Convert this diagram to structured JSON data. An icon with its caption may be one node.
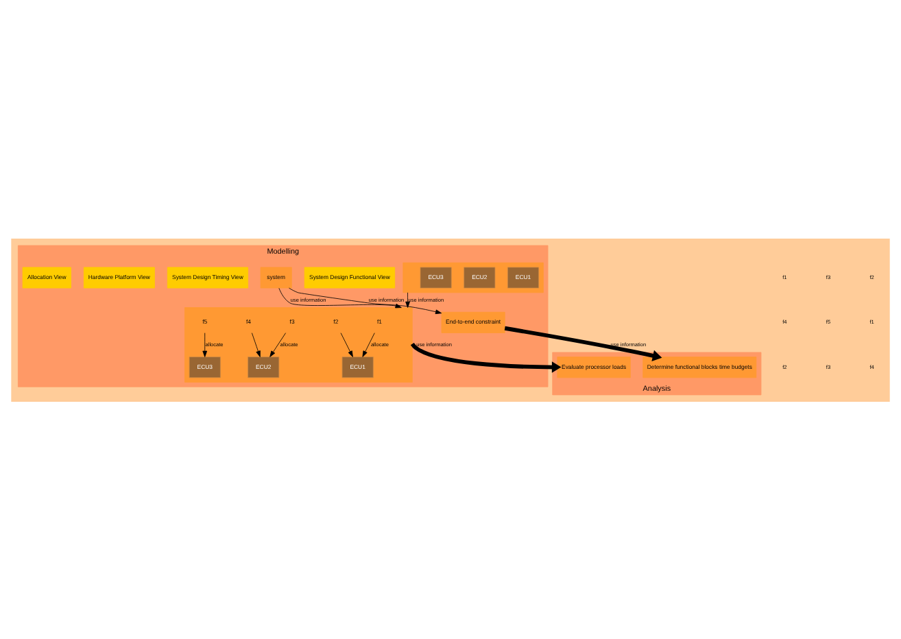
{
  "diagram": {
    "nodes": [
      {
        "text": [
          "Modelling"
        ]
      },
      {
        "text": [
          "Analysis"
        ]
      },
      {
        "text": [
          "System Design Functional View"
        ],
        "in": 0
      },
      {
        "text": [
          "system"
        ],
        "in": 0
      },
      {
        "text": [
          "End-to-end constraint"
        ],
        "in": 0
      },
      {
        "text": [
          "System Design Timing View"
        ],
        "in": 0
      },
      {
        "text": [],
        "shape": "box",
        "in": 0
      },
      {
        "text": [
          "ECU1"
        ],
        "in": 6
      },
      {
        "text": [
          "ECU2"
        ],
        "in": 6
      },
      {
        "text": [
          "ECU3"
        ],
        "in": 6
      },
      {
        "text": [
          "Hardware Platform View"
        ],
        "in": 0
      },
      {
        "text": [],
        "shape": "box",
        "in": 0
      },
      {
        "text": [
          "f1"
        ],
        "in": 11
      },
      {
        "text": [
          "f2"
        ],
        "in": 11
      },
      {
        "text": [
          "f3"
        ],
        "in": 11
      },
      {
        "text": [
          "f4"
        ],
        "in": 11
      },
      {
        "text": [
          "f5"
        ],
        "in": 11
      },
      {
        "text": [
          "ECU1"
        ],
        "in": 11
      },
      {
        "text": [
          "ECU2"
        ],
        "in": 11
      },
      {
        "text": [
          "ECU3"
        ],
        "in": 11
      },
      {
        "text": [
          "Allocation View"
        ],
        "in": 0
      },
      {
        "text": [
          "Determine functional blocks time budgets"
        ],
        "in": 1
      },
      {
        "text": [
          "Evaluate processor loads"
        ],
        "in": 1
      }
    ],
    "edges": [
      {
        "from": 3,
        "to": 4,
        "arrow": "to",
        "label": "use information"
      },
      {
        "from": 4,
        "to": 21,
        "arrow": "to",
        "label": "use information",
        "style": "thick"
      },
      {
        "from": 3,
        "to": 11,
        "arrow": "to",
        "label": "use information"
      },
      {
        "from": 6,
        "to": 11,
        "arrow": "to",
        "label": "use information"
      },
      {
        "from": 11,
        "to": 22,
        "arrow": "to",
        "label": "use information",
        "style": "thick"
      },
      {
        "from": 12,
        "to": 17,
        "arrow": "to",
        "label": "allocate"
      },
      {
        "from": 13,
        "to": 17,
        "arrow": "to"
      },
      {
        "from": 14,
        "to": 18,
        "arrow": "to",
        "label": "allocate"
      },
      {
        "from": 15,
        "to": 18,
        "arrow": "to"
      },
      {
        "from": 16,
        "to": 19,
        "arrow": "to",
        "label": "allocate"
      }
    ],
    "labels": [
      "f1",
      "f3",
      "f2",
      "f4",
      "f5",
      "f1",
      "f2",
      "f3",
      "f4"
    ]
  }
}
